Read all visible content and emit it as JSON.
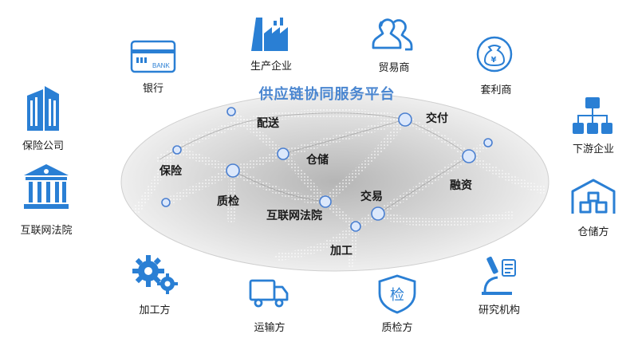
{
  "platform": {
    "title": "供应链协同服务平台"
  },
  "participants": [
    {
      "key": "bank",
      "label": "银行",
      "icon": "bank-card-icon"
    },
    {
      "key": "producer",
      "label": "生产企业",
      "icon": "factory-icon"
    },
    {
      "key": "trader",
      "label": "贸易商",
      "icon": "users-icon"
    },
    {
      "key": "arbitrageur",
      "label": "套利商",
      "icon": "money-bag-icon"
    },
    {
      "key": "insurer",
      "label": "保险公司",
      "icon": "office-building-icon"
    },
    {
      "key": "court",
      "label": "互联网法院",
      "icon": "courthouse-icon"
    },
    {
      "key": "downstream",
      "label": "下游企业",
      "icon": "org-chart-icon"
    },
    {
      "key": "warehouse",
      "label": "仓储方",
      "icon": "warehouse-icon"
    },
    {
      "key": "processor",
      "label": "加工方",
      "icon": "gears-icon"
    },
    {
      "key": "transporter",
      "label": "运输方",
      "icon": "truck-icon"
    },
    {
      "key": "inspector",
      "label": "质检方",
      "icon": "inspection-shield-icon",
      "badge": "检"
    },
    {
      "key": "research",
      "label": "研究机构",
      "icon": "microscope-icon"
    }
  ],
  "network_nodes": [
    {
      "key": "delivery",
      "label": "配送"
    },
    {
      "key": "payment",
      "label": "交付"
    },
    {
      "key": "insurance",
      "label": "保险"
    },
    {
      "key": "storage",
      "label": "仓储"
    },
    {
      "key": "financing",
      "label": "融资"
    },
    {
      "key": "quality",
      "label": "质检"
    },
    {
      "key": "trade",
      "label": "交易"
    },
    {
      "key": "court",
      "label": "互联网法院"
    },
    {
      "key": "processing",
      "label": "加工"
    }
  ],
  "colors": {
    "accent": "#2a7fd4",
    "title": "#4a86d0",
    "node_stroke": "#4a7fd0",
    "node_fill": "#dce8fb"
  }
}
